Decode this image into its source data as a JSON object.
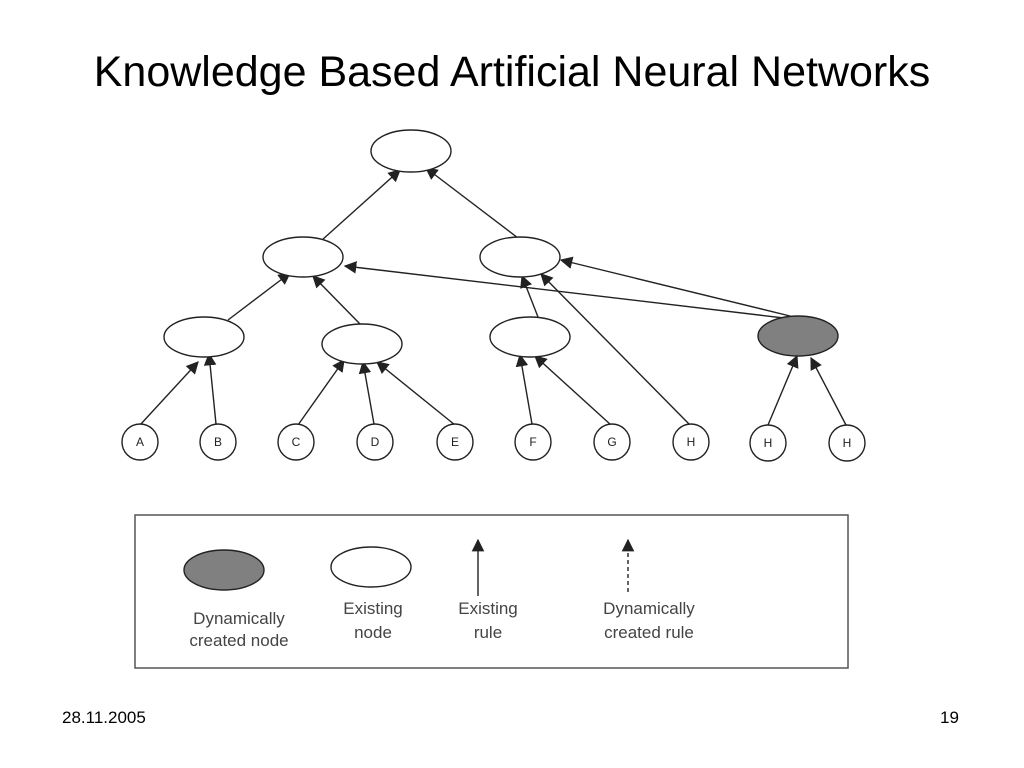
{
  "slide": {
    "title": "Knowledge Based Artificial Neural Networks",
    "date": "28.11.2005",
    "page_number": "19"
  },
  "diagram": {
    "leaf_labels": [
      "A",
      "B",
      "C",
      "D",
      "E",
      "F",
      "G",
      "H",
      "H",
      "H"
    ],
    "colors": {
      "dynamic_node_fill": "#808080",
      "existing_node_fill": "#ffffff",
      "stroke": "#222222"
    }
  },
  "legend": {
    "dynamic_node": [
      "Dynamically",
      "created node"
    ],
    "existing_node": [
      "Existing",
      "node"
    ],
    "existing_rule": [
      "Existing",
      "rule"
    ],
    "dynamic_rule": [
      "Dynamically",
      "created rule"
    ]
  }
}
